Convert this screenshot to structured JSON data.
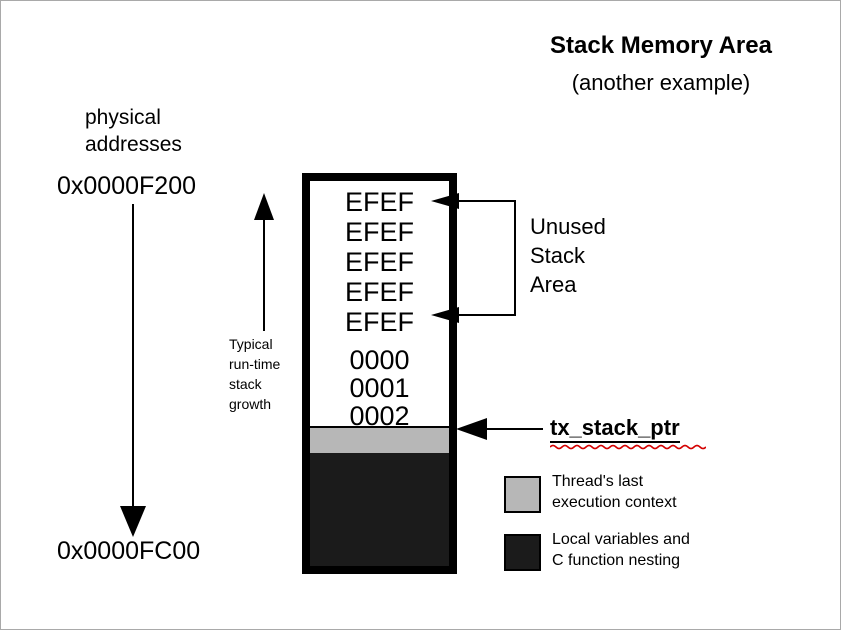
{
  "page": {
    "title": "Stack Memory Area",
    "subtitle": "(another example)"
  },
  "left_panel": {
    "label": "physical\naddresses",
    "address_top": "0x0000F200",
    "address_bottom": "0x0000FC00"
  },
  "growth_arrow": {
    "label": "Typical\nrun-time\nstack\ngrowth"
  },
  "stack": {
    "unused_values": [
      "EFEF",
      "EFEF",
      "EFEF",
      "EFEF",
      "EFEF"
    ],
    "used_values": [
      "0000",
      "0001",
      "0002"
    ]
  },
  "annotations": {
    "unused_label": "Unused\nStack\nArea",
    "stack_pointer_label": "tx_stack_ptr"
  },
  "legend": {
    "items": [
      {
        "label": "Thread's last\nexecution context",
        "color": "#b7b7b7"
      },
      {
        "label": "Local variables and\nC function nesting",
        "color": "#1b1b1b"
      }
    ]
  },
  "colors": {
    "context_gray": "#b7b7b7",
    "stack_fill_dark": "#1b1b1b",
    "arrow_black": "#000000",
    "squiggle_red": "#d40000"
  }
}
